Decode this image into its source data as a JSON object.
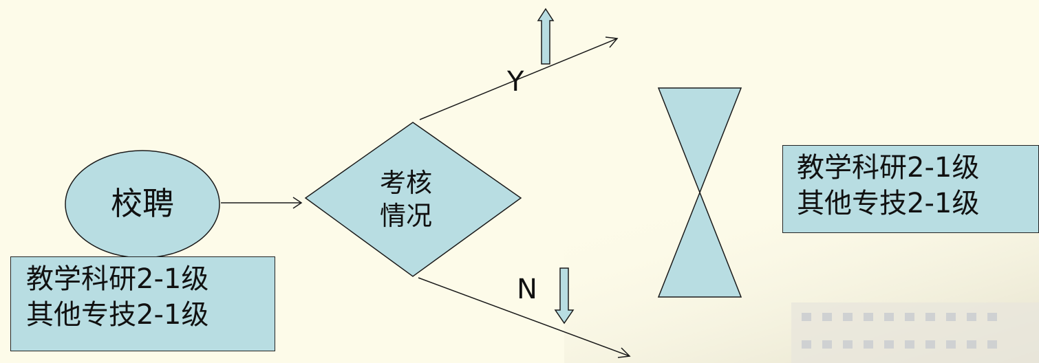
{
  "nodes": {
    "start": {
      "label": "校聘"
    },
    "decision": {
      "line1": "考核",
      "line2": "情况"
    }
  },
  "edges": {
    "yes_label": "Y",
    "no_label": "N"
  },
  "left_box": {
    "line1": "教学科研2-1级",
    "line2": "其他专技2-1级"
  },
  "right_box": {
    "line1": "教学科研2-1级",
    "line2": "其他专技2-1级"
  },
  "colors": {
    "node_fill": "#b8dde2",
    "stroke": "#1a1a1a",
    "background": "#fdfbe9"
  }
}
